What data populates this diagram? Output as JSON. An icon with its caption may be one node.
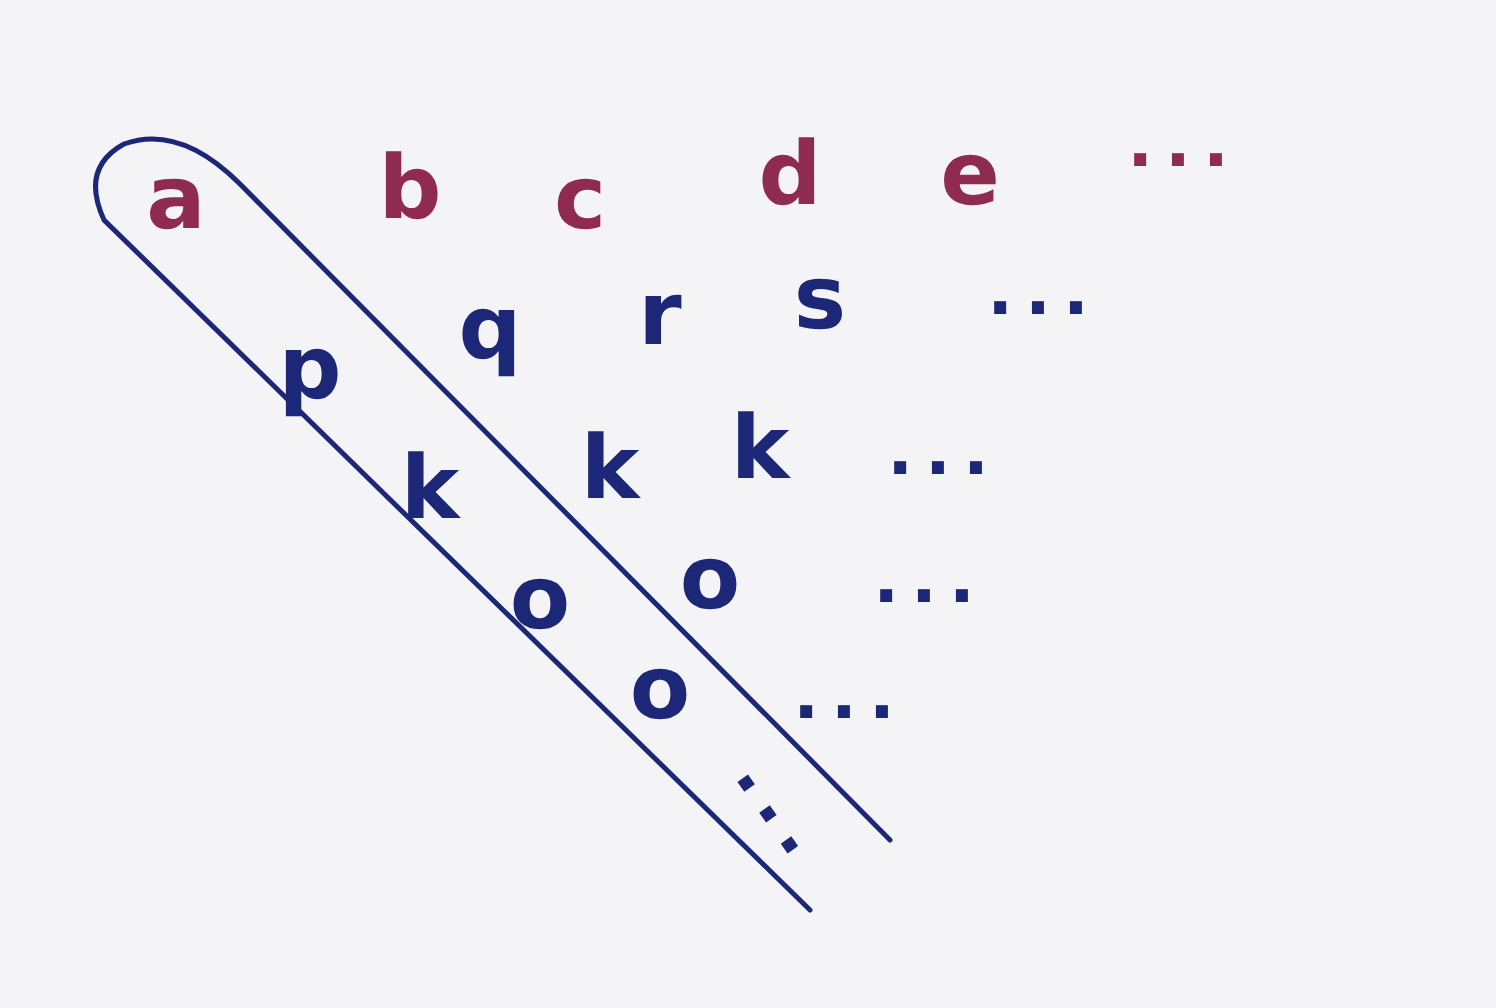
{
  "diagram": {
    "nodes": [
      {
        "text": [
          "a",
          "p",
          "k",
          "o",
          "o",
          "..."
        ]
      }
    ],
    "labels": [
      "b",
      "c",
      "d",
      "e",
      "...",
      "q",
      "r",
      "s",
      "...",
      "k",
      "k",
      "...",
      "o",
      "...",
      "..."
    ]
  }
}
